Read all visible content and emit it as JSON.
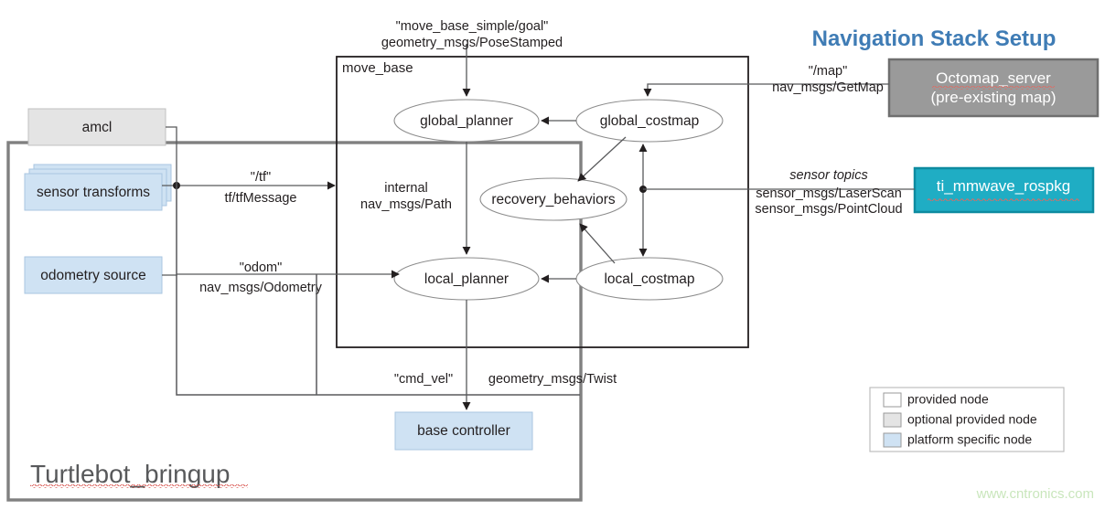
{
  "title": "Navigation Stack Setup",
  "watermark": "www.cntronics.com",
  "containers": {
    "move_base": "move_base",
    "bringup": "Turtlebot_bringup"
  },
  "nodes": {
    "global_planner": "global_planner",
    "global_costmap": "global_costmap",
    "recovery_behaviors": "recovery_behaviors",
    "local_planner": "local_planner",
    "local_costmap": "local_costmap",
    "amcl": "amcl",
    "sensor_transforms": "sensor transforms",
    "odometry_source": "odometry source",
    "base_controller": "base controller",
    "octomap_server_line1": "Octomap_server",
    "octomap_server_line2": "(pre-existing  map)",
    "ti_mmwave": "ti_mmwave_rospkg"
  },
  "edges": {
    "goal_topic": "\"move_base_simple/goal\"",
    "goal_type": "geometry_msgs/PoseStamped",
    "map_topic": "\"/map\"",
    "map_type": "nav_msgs/GetMap",
    "tf_topic": "\"/tf\"",
    "tf_type": "tf/tfMessage",
    "odom_topic": "\"odom\"",
    "odom_type": "nav_msgs/Odometry",
    "internal_line1": "internal",
    "internal_line2": "nav_msgs/Path",
    "sensor_topics": "sensor topics",
    "sensor_type1": "sensor_msgs/LaserScan",
    "sensor_type2": "sensor_msgs/PointCloud",
    "cmdvel_topic": "\"cmd_vel\"",
    "cmdvel_type": "geometry_msgs/Twist"
  },
  "legend": {
    "items": [
      {
        "label": "provided node",
        "color": "#ffffff"
      },
      {
        "label": "optional provided node",
        "color": "#e4e4e4"
      },
      {
        "label": "platform specific node",
        "color": "#cfe2f3"
      }
    ]
  },
  "colors": {
    "accent_title": "#3f7cb5",
    "optional_node": "#e4e4e4",
    "platform_node": "#cfe2f3",
    "octomap_fill": "#9a9a9a",
    "mmwave_fill": "#1fadc4",
    "watermark": "#c9e6bc",
    "stroke": "#58595b"
  }
}
